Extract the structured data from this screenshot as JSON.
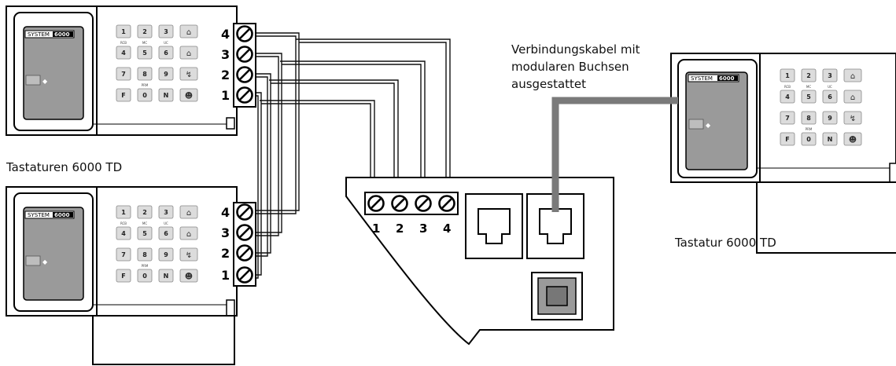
{
  "labels": {
    "cable_line1": "Verbindungskabel mit",
    "cable_line2": "modularen Buchsen",
    "cable_line3": "ausgestattet",
    "keypads_left": "Tastaturen 6000 TD",
    "keypad_right": "Tastatur 6000 TD"
  },
  "brand": "SYSTEM",
  "brand_model": "6000",
  "terminals": [
    "1",
    "2",
    "3",
    "4"
  ],
  "key_rows": [
    [
      "1",
      "2",
      "3"
    ],
    [
      "4",
      "5",
      "6"
    ],
    [
      "7",
      "8",
      "9"
    ],
    [
      "F",
      "0",
      "N"
    ]
  ],
  "key_sublabels": [
    "RCB",
    "MC",
    "UC",
    "PRM"
  ],
  "colors": {
    "line": "#111111",
    "cable": "#7a7a7a",
    "panel_gray": "#9a9a9a",
    "key_fill": "#dcdcdc"
  }
}
